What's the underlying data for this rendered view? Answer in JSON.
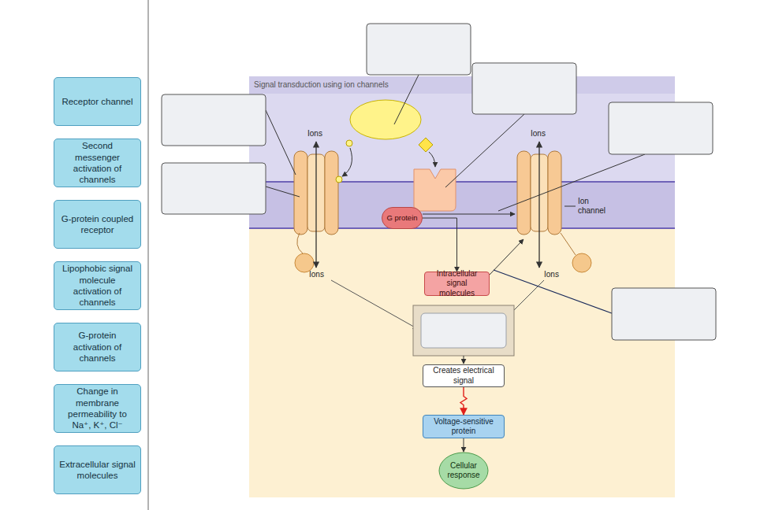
{
  "diagram": {
    "title": "Signal transduction using ion channels",
    "nodes": [
      {
        "text": [
          "Receptor channel"
        ]
      },
      {
        "text": [
          "Second messenger activation of channels"
        ]
      },
      {
        "text": [
          "G-protein coupled receptor"
        ]
      },
      {
        "text": [
          "Lipophobic signal molecule activation of channels"
        ]
      },
      {
        "text": [
          "G-protein activation of channels"
        ]
      },
      {
        "text": [
          "Change in membrane permeability to Na⁺, K⁺, Cl⁻"
        ]
      },
      {
        "text": [
          "Extracellular signal molecules"
        ]
      },
      {
        "text": [
          "G protein"
        ]
      },
      {
        "text": [
          "Intracellular signal molecules"
        ]
      },
      {
        "text": [
          "Creates electrical signal"
        ]
      },
      {
        "text": [
          "Voltage-sensitive protein"
        ]
      },
      {
        "text": [
          "Cellular response"
        ]
      }
    ],
    "edges": [
      {
        "from": 7,
        "to": 8,
        "arrow": "to"
      },
      {
        "from": 9,
        "to": 10,
        "arrow": "to"
      },
      {
        "from": 10,
        "to": 11,
        "arrow": "to"
      }
    ],
    "labels": [
      "Ions",
      "Ions",
      "Ions",
      "Ions",
      "Ion channel"
    ]
  }
}
